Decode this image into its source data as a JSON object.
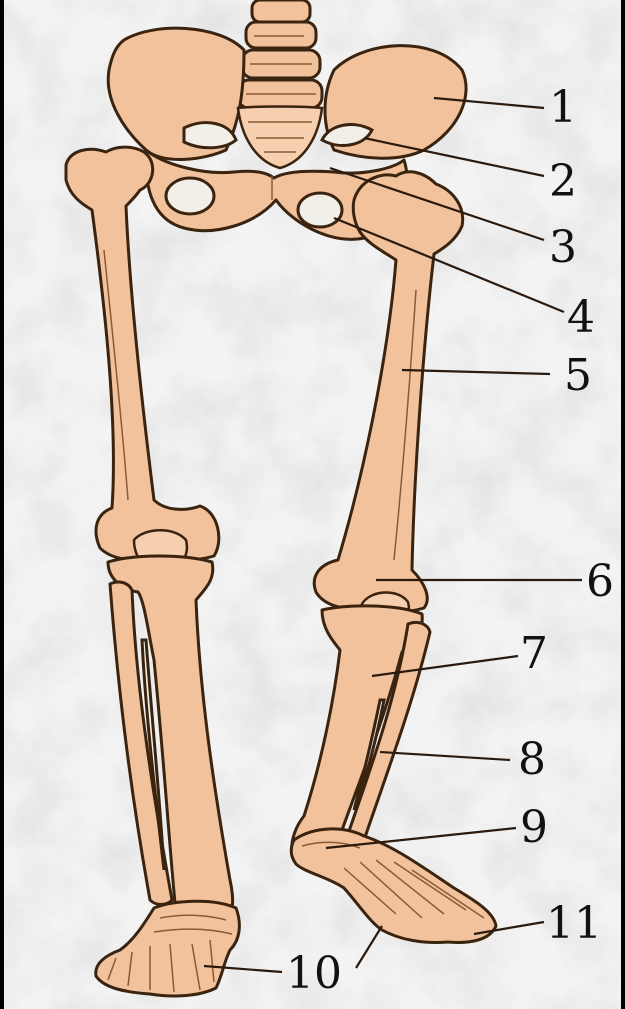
{
  "labels": [
    {
      "id": "1",
      "text": "1"
    },
    {
      "id": "2",
      "text": "2"
    },
    {
      "id": "3",
      "text": "3"
    },
    {
      "id": "4",
      "text": "4"
    },
    {
      "id": "5",
      "text": "5"
    },
    {
      "id": "6",
      "text": "6"
    },
    {
      "id": "7",
      "text": "7"
    },
    {
      "id": "8",
      "text": "8"
    },
    {
      "id": "9",
      "text": "9"
    },
    {
      "id": "10",
      "text": "10"
    },
    {
      "id": "11",
      "text": "11"
    }
  ],
  "colors": {
    "bone": "#f2c29c",
    "outline": "#3a2410",
    "background": "#e9e9e9"
  }
}
